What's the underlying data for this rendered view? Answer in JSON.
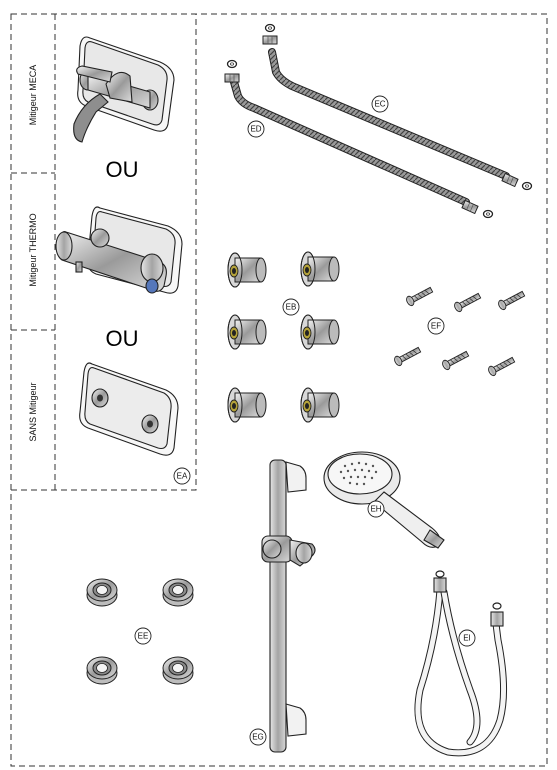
{
  "labels": {
    "mitigeur_meca": "Mitigeur MECA",
    "mitigeur_thermo": "Mitigeur THERMO",
    "sans_mitigeur": "SANS Mitigeur",
    "ou_1": "OU",
    "ou_2": "OU"
  },
  "tags": {
    "ea": "EA",
    "eb": "EB",
    "ec": "EC",
    "ed": "ED",
    "ee": "EE",
    "ef": "EF",
    "eg": "EG",
    "eh": "EH",
    "ei": "EI"
  }
}
